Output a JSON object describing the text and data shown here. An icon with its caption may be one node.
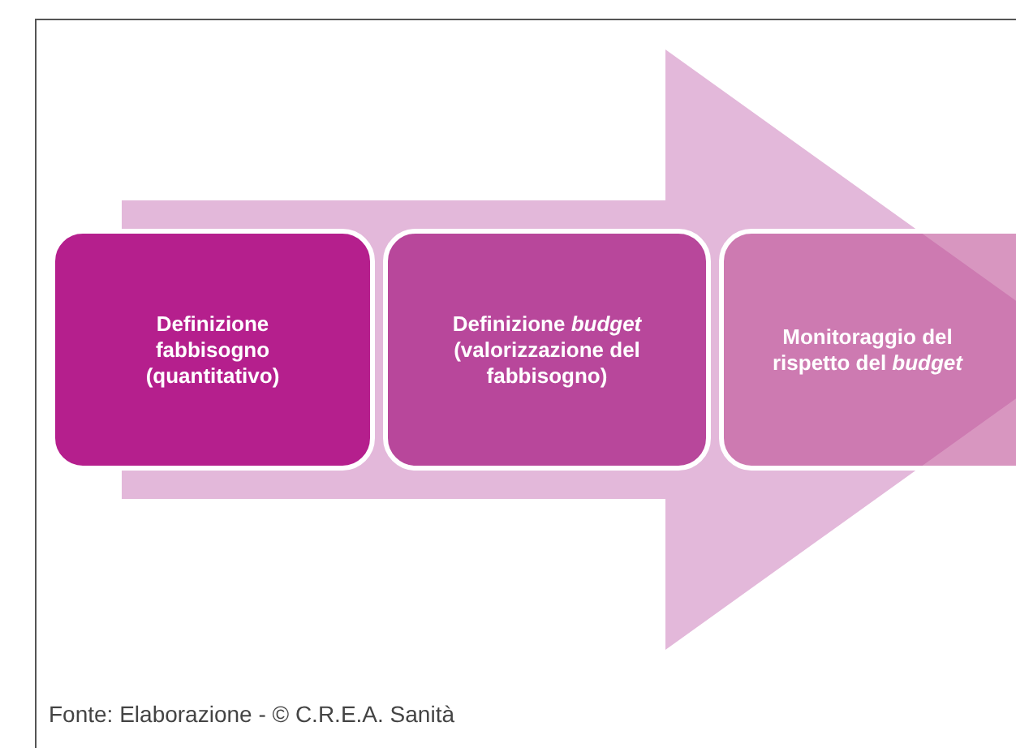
{
  "diagram": {
    "nodes": [
      {
        "text": [
          "Definizione fabbisogno (quantitativo)"
        ]
      },
      {
        "text": [
          "Definizione *budget* (valorizzazione del fabbisogno)"
        ]
      },
      {
        "text": [
          "Monitoraggio del rispetto del *budget*"
        ]
      }
    ],
    "edges": [
      {
        "from": 0,
        "to": 2,
        "arrow": "to"
      }
    ],
    "caption": "Fonte: Elaborazione - © C.R.E.A. Sanità"
  }
}
